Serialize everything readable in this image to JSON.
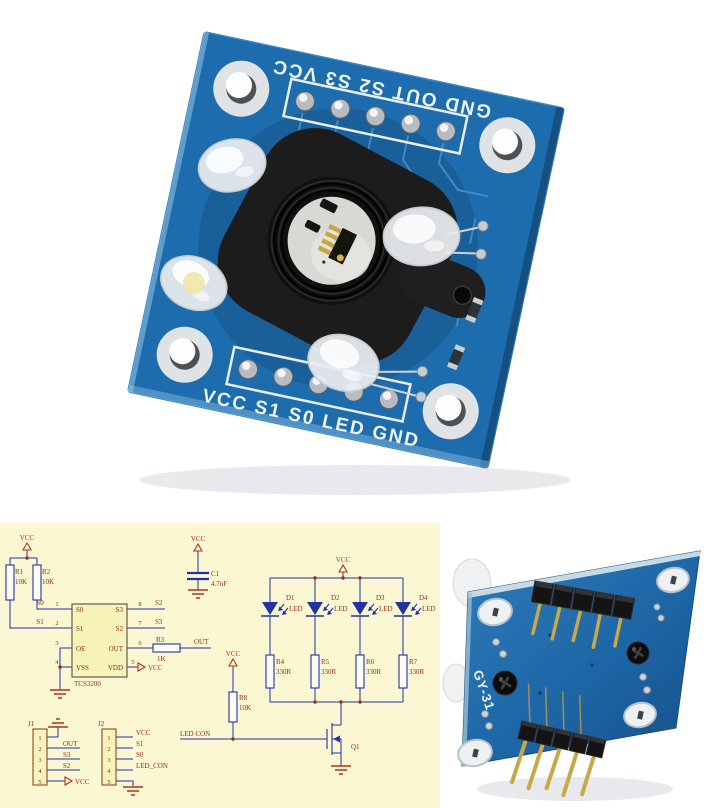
{
  "colors": {
    "pcb_blue": "#1D6CAD",
    "schematic_background": "#FBF7D2",
    "wire_blue": "#2233A6",
    "label_red": "#8F2F12",
    "power_red": "#B33315",
    "gold_pin": "#C9A847"
  },
  "front_photo": {
    "top_header_label": "GND OUT S2 S3 VCC",
    "bottom_header_label": "VCC S1 S0 LED GND"
  },
  "back_photo": {
    "silkscreen": "GY-31"
  },
  "schematic": {
    "power": {
      "vcc": "VCC"
    },
    "chip": {
      "name": "TCS3200",
      "left_pins": [
        {
          "num": "1",
          "name": "S0",
          "net": "S0"
        },
        {
          "num": "2",
          "name": "S1",
          "net": "S1"
        },
        {
          "num": "3",
          "name": "OE",
          "net": ""
        },
        {
          "num": "4",
          "name": "VSS",
          "net": ""
        }
      ],
      "right_pins": [
        {
          "num": "8",
          "name": "S3",
          "net": "S2"
        },
        {
          "num": "7",
          "name": "S2",
          "net": "S3"
        },
        {
          "num": "6",
          "name": "OUT",
          "net": "OUT"
        },
        {
          "num": "5",
          "name": "VDD",
          "net": "VCC"
        }
      ]
    },
    "r1": {
      "ref": "R1",
      "value": "10K"
    },
    "r2": {
      "ref": "R2",
      "value": "10K"
    },
    "r3": {
      "ref": "R3",
      "value": "1K"
    },
    "r4": {
      "ref": "R4",
      "value": "330R"
    },
    "r5": {
      "ref": "R5",
      "value": "330R"
    },
    "r6": {
      "ref": "R6",
      "value": "330R"
    },
    "r7": {
      "ref": "R7",
      "value": "330R"
    },
    "r8": {
      "ref": "R8",
      "value": "10K"
    },
    "c1": {
      "ref": "C1",
      "value": "4.7nF"
    },
    "leds": [
      {
        "ref": "D1",
        "label": "LED"
      },
      {
        "ref": "D2",
        "label": "LED"
      },
      {
        "ref": "D3",
        "label": "LED"
      },
      {
        "ref": "D4",
        "label": "LED"
      }
    ],
    "q1": {
      "ref": "Q1"
    },
    "led_con_net": "LED CON",
    "j1": {
      "ref": "J1",
      "pin_numbers": [
        "1",
        "2",
        "3",
        "4",
        "5"
      ],
      "labels": {
        "pin2": "OUT",
        "pin3": "S3",
        "pin4": "S2",
        "pin5": "VCC"
      }
    },
    "j2": {
      "ref": "J2",
      "pin_numbers": [
        "1",
        "2",
        "3",
        "4",
        "5"
      ],
      "labels": {
        "pin1": "VCC",
        "pin2": "S1",
        "pin3": "S0",
        "pin4": "LED_CON"
      }
    }
  }
}
